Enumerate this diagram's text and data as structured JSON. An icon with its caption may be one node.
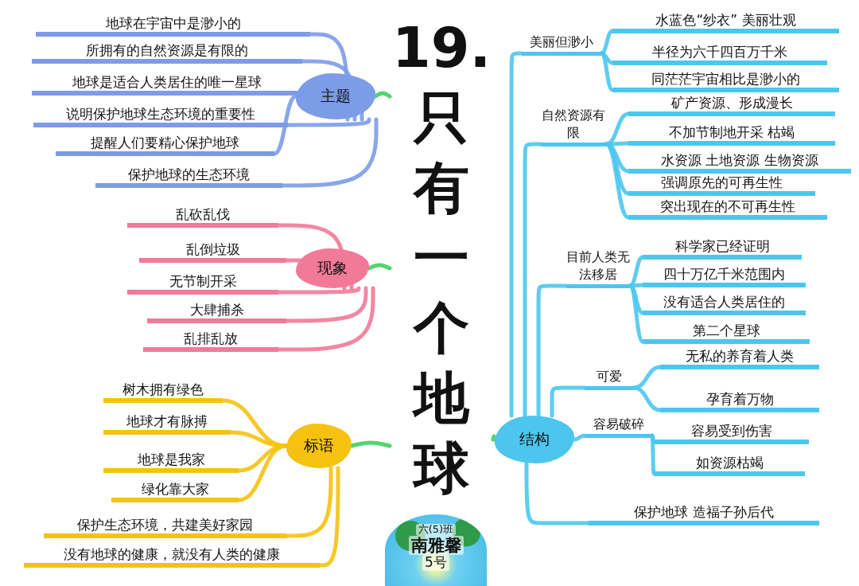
{
  "diagram": {
    "nodes": [
      {
        "text": [
          "19.只有一个地球"
        ]
      },
      {
        "text": [
          "主题"
        ]
      },
      {
        "text": [
          "地球在宇宙中是渺小的"
        ]
      },
      {
        "text": [
          "所拥有的自然资源是有限的"
        ]
      },
      {
        "text": [
          "地球是适合人类居住的唯一星球"
        ]
      },
      {
        "text": [
          "说明保护地球生态环境的重要性"
        ]
      },
      {
        "text": [
          "提醒人们要精心保护地球"
        ]
      },
      {
        "text": [
          "保护地球的生态环境"
        ]
      },
      {
        "text": [
          "现象"
        ]
      },
      {
        "text": [
          "乱砍乱伐"
        ]
      },
      {
        "text": [
          "乱倒垃圾"
        ]
      },
      {
        "text": [
          "无节制开采"
        ]
      },
      {
        "text": [
          "大肆捕杀"
        ]
      },
      {
        "text": [
          "乱排乱放"
        ]
      },
      {
        "text": [
          "标语"
        ]
      },
      {
        "text": [
          "树木拥有绿色"
        ]
      },
      {
        "text": [
          "地球才有脉搏"
        ]
      },
      {
        "text": [
          "地球是我家"
        ]
      },
      {
        "text": [
          "绿化靠大家"
        ]
      },
      {
        "text": [
          "保护生态环境，共建美好家园"
        ]
      },
      {
        "text": [
          "没有地球的健康，就没有人类的健康"
        ]
      },
      {
        "text": [
          "结构"
        ]
      },
      {
        "text": [
          "美丽但渺小"
        ]
      },
      {
        "text": [
          "水蓝色“纱衣” 美丽壮观"
        ]
      },
      {
        "text": [
          "半径为六千四百万千米"
        ]
      },
      {
        "text": [
          "同茫茫宇宙相比是渺小的"
        ]
      },
      {
        "text": [
          "自然资源有限"
        ]
      },
      {
        "text": [
          "矿产资源、形成漫长"
        ]
      },
      {
        "text": [
          "不加节制地开采 枯竭"
        ]
      },
      {
        "text": [
          "水资源 土地资源 生物资源"
        ]
      },
      {
        "text": [
          "强调原先的可再生性"
        ]
      },
      {
        "text": [
          "突出现在的不可再生性"
        ]
      },
      {
        "text": [
          "目前人类无法移居"
        ]
      },
      {
        "text": [
          "科学家已经证明"
        ]
      },
      {
        "text": [
          "四十万亿千米范围内"
        ]
      },
      {
        "text": [
          "没有适合人类居住的"
        ]
      },
      {
        "text": [
          "第二个星球"
        ]
      },
      {
        "text": [
          "可爱"
        ]
      },
      {
        "text": [
          "无私的养育着人类"
        ]
      },
      {
        "text": [
          "孕育着万物"
        ]
      },
      {
        "text": [
          "容易破碎"
        ]
      },
      {
        "text": [
          "容易受到伤害"
        ]
      },
      {
        "text": [
          "如资源枯竭"
        ]
      },
      {
        "text": [
          "保护地球 造福子孙后代"
        ]
      },
      {
        "text": [
          "六(5)班",
          "南雅馨",
          "5号"
        ]
      }
    ],
    "edges": [
      {
        "from": 0,
        "to": 1,
        "arrow": "none",
        "color": "#3fd05f"
      },
      {
        "from": 0,
        "to": 8,
        "arrow": "none",
        "color": "#3fd05f"
      },
      {
        "from": 0,
        "to": 14,
        "arrow": "none",
        "color": "#3fd05f"
      },
      {
        "from": 0,
        "to": 21,
        "arrow": "none",
        "color": "#3fd05f"
      },
      {
        "from": 1,
        "to": 2,
        "arrow": "none",
        "color": "#7d9ce8"
      },
      {
        "from": 1,
        "to": 3,
        "arrow": "none",
        "color": "#7d9ce8"
      },
      {
        "from": 1,
        "to": 4,
        "arrow": "none",
        "color": "#7d9ce8"
      },
      {
        "from": 1,
        "to": 5,
        "arrow": "none",
        "color": "#7d9ce8"
      },
      {
        "from": 1,
        "to": 6,
        "arrow": "none",
        "color": "#7d9ce8"
      },
      {
        "from": 1,
        "to": 7,
        "arrow": "none",
        "color": "#7d9ce8"
      },
      {
        "from": 8,
        "to": 9,
        "arrow": "none",
        "color": "#f17a98"
      },
      {
        "from": 8,
        "to": 10,
        "arrow": "none",
        "color": "#f17a98"
      },
      {
        "from": 8,
        "to": 11,
        "arrow": "none",
        "color": "#f17a98"
      },
      {
        "from": 8,
        "to": 12,
        "arrow": "none",
        "color": "#f17a98"
      },
      {
        "from": 8,
        "to": 13,
        "arrow": "none",
        "color": "#f17a98"
      },
      {
        "from": 14,
        "to": 15,
        "arrow": "none",
        "color": "#f5c211"
      },
      {
        "from": 14,
        "to": 16,
        "arrow": "none",
        "color": "#f5c211"
      },
      {
        "from": 14,
        "to": 17,
        "arrow": "none",
        "color": "#f5c211"
      },
      {
        "from": 14,
        "to": 18,
        "arrow": "none",
        "color": "#f5c211"
      },
      {
        "from": 14,
        "to": 19,
        "arrow": "none",
        "color": "#f5c211"
      },
      {
        "from": 14,
        "to": 20,
        "arrow": "none",
        "color": "#f5c211"
      },
      {
        "from": 21,
        "to": 22,
        "arrow": "none"
      },
      {
        "from": 21,
        "to": 26,
        "arrow": "none"
      },
      {
        "from": 21,
        "to": 32,
        "arrow": "none"
      },
      {
        "from": 21,
        "to": 37,
        "arrow": "none"
      },
      {
        "from": 21,
        "to": 40,
        "arrow": "none"
      },
      {
        "from": 21,
        "to": 43,
        "arrow": "none"
      },
      {
        "from": 22,
        "to": 23,
        "arrow": "none"
      },
      {
        "from": 22,
        "to": 24,
        "arrow": "none"
      },
      {
        "from": 22,
        "to": 25,
        "arrow": "none"
      },
      {
        "from": 26,
        "to": 27,
        "arrow": "none"
      },
      {
        "from": 26,
        "to": 28,
        "arrow": "none"
      },
      {
        "from": 26,
        "to": 29,
        "arrow": "none"
      },
      {
        "from": 26,
        "to": 30,
        "arrow": "none"
      },
      {
        "from": 26,
        "to": 31,
        "arrow": "none"
      },
      {
        "from": 32,
        "to": 33,
        "arrow": "none"
      },
      {
        "from": 32,
        "to": 34,
        "arrow": "none"
      },
      {
        "from": 32,
        "to": 35,
        "arrow": "none"
      },
      {
        "from": 32,
        "to": 36,
        "arrow": "none"
      },
      {
        "from": 37,
        "to": 38,
        "arrow": "none"
      },
      {
        "from": 37,
        "to": 39,
        "arrow": "none"
      },
      {
        "from": 40,
        "to": 41,
        "arrow": "none"
      },
      {
        "from": 40,
        "to": 42,
        "arrow": "none"
      }
    ]
  }
}
